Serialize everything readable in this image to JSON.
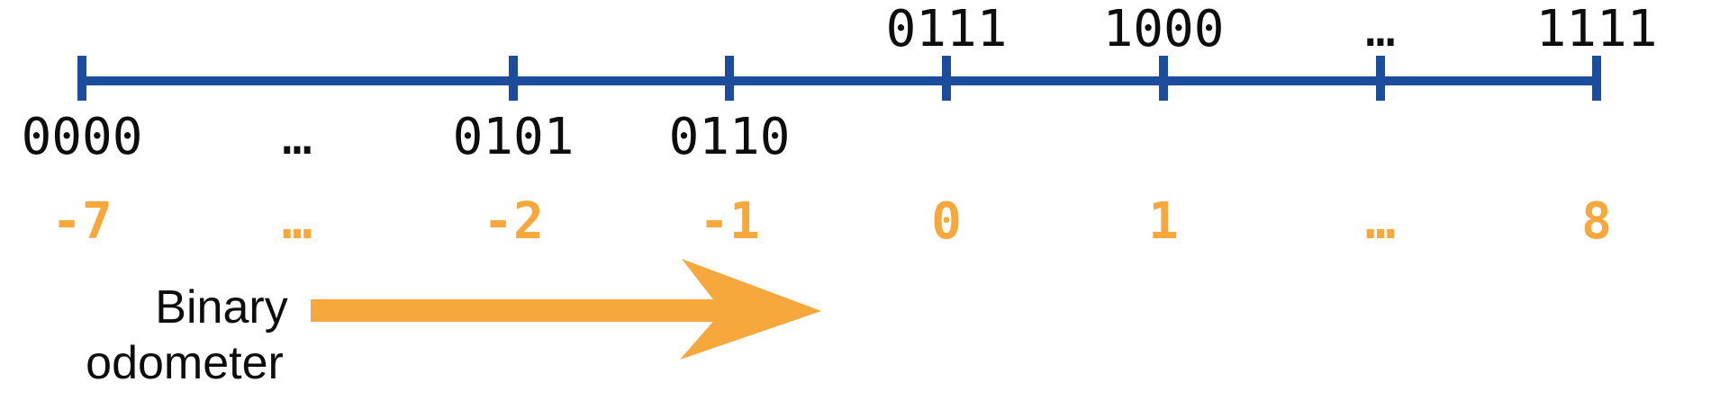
{
  "colors": {
    "line_blue": "#1C4C9C",
    "accent_orange": "#F6A83C",
    "text_black": "#0D0D0D"
  },
  "number_line": {
    "description": "number line mapping 4-bit binary patterns to decimal values",
    "items": [
      {
        "binary": "0000",
        "value": "-7",
        "label_side": "below",
        "has_tick": true
      },
      {
        "binary": "…",
        "value": "…",
        "label_side": "below",
        "has_tick": false
      },
      {
        "binary": "0101",
        "value": "-2",
        "label_side": "below",
        "has_tick": true
      },
      {
        "binary": "0110",
        "value": "-1",
        "label_side": "below",
        "has_tick": true
      },
      {
        "binary": "0111",
        "value": "0",
        "label_side": "above",
        "has_tick": true
      },
      {
        "binary": "1000",
        "value": "1",
        "label_side": "above",
        "has_tick": true
      },
      {
        "binary": "…",
        "value": "…",
        "label_side": "above",
        "has_tick": true
      },
      {
        "binary": "1111",
        "value": "8",
        "label_side": "above",
        "has_tick": true
      }
    ]
  },
  "annotation": {
    "line1": "Binary",
    "line2": "odometer"
  }
}
